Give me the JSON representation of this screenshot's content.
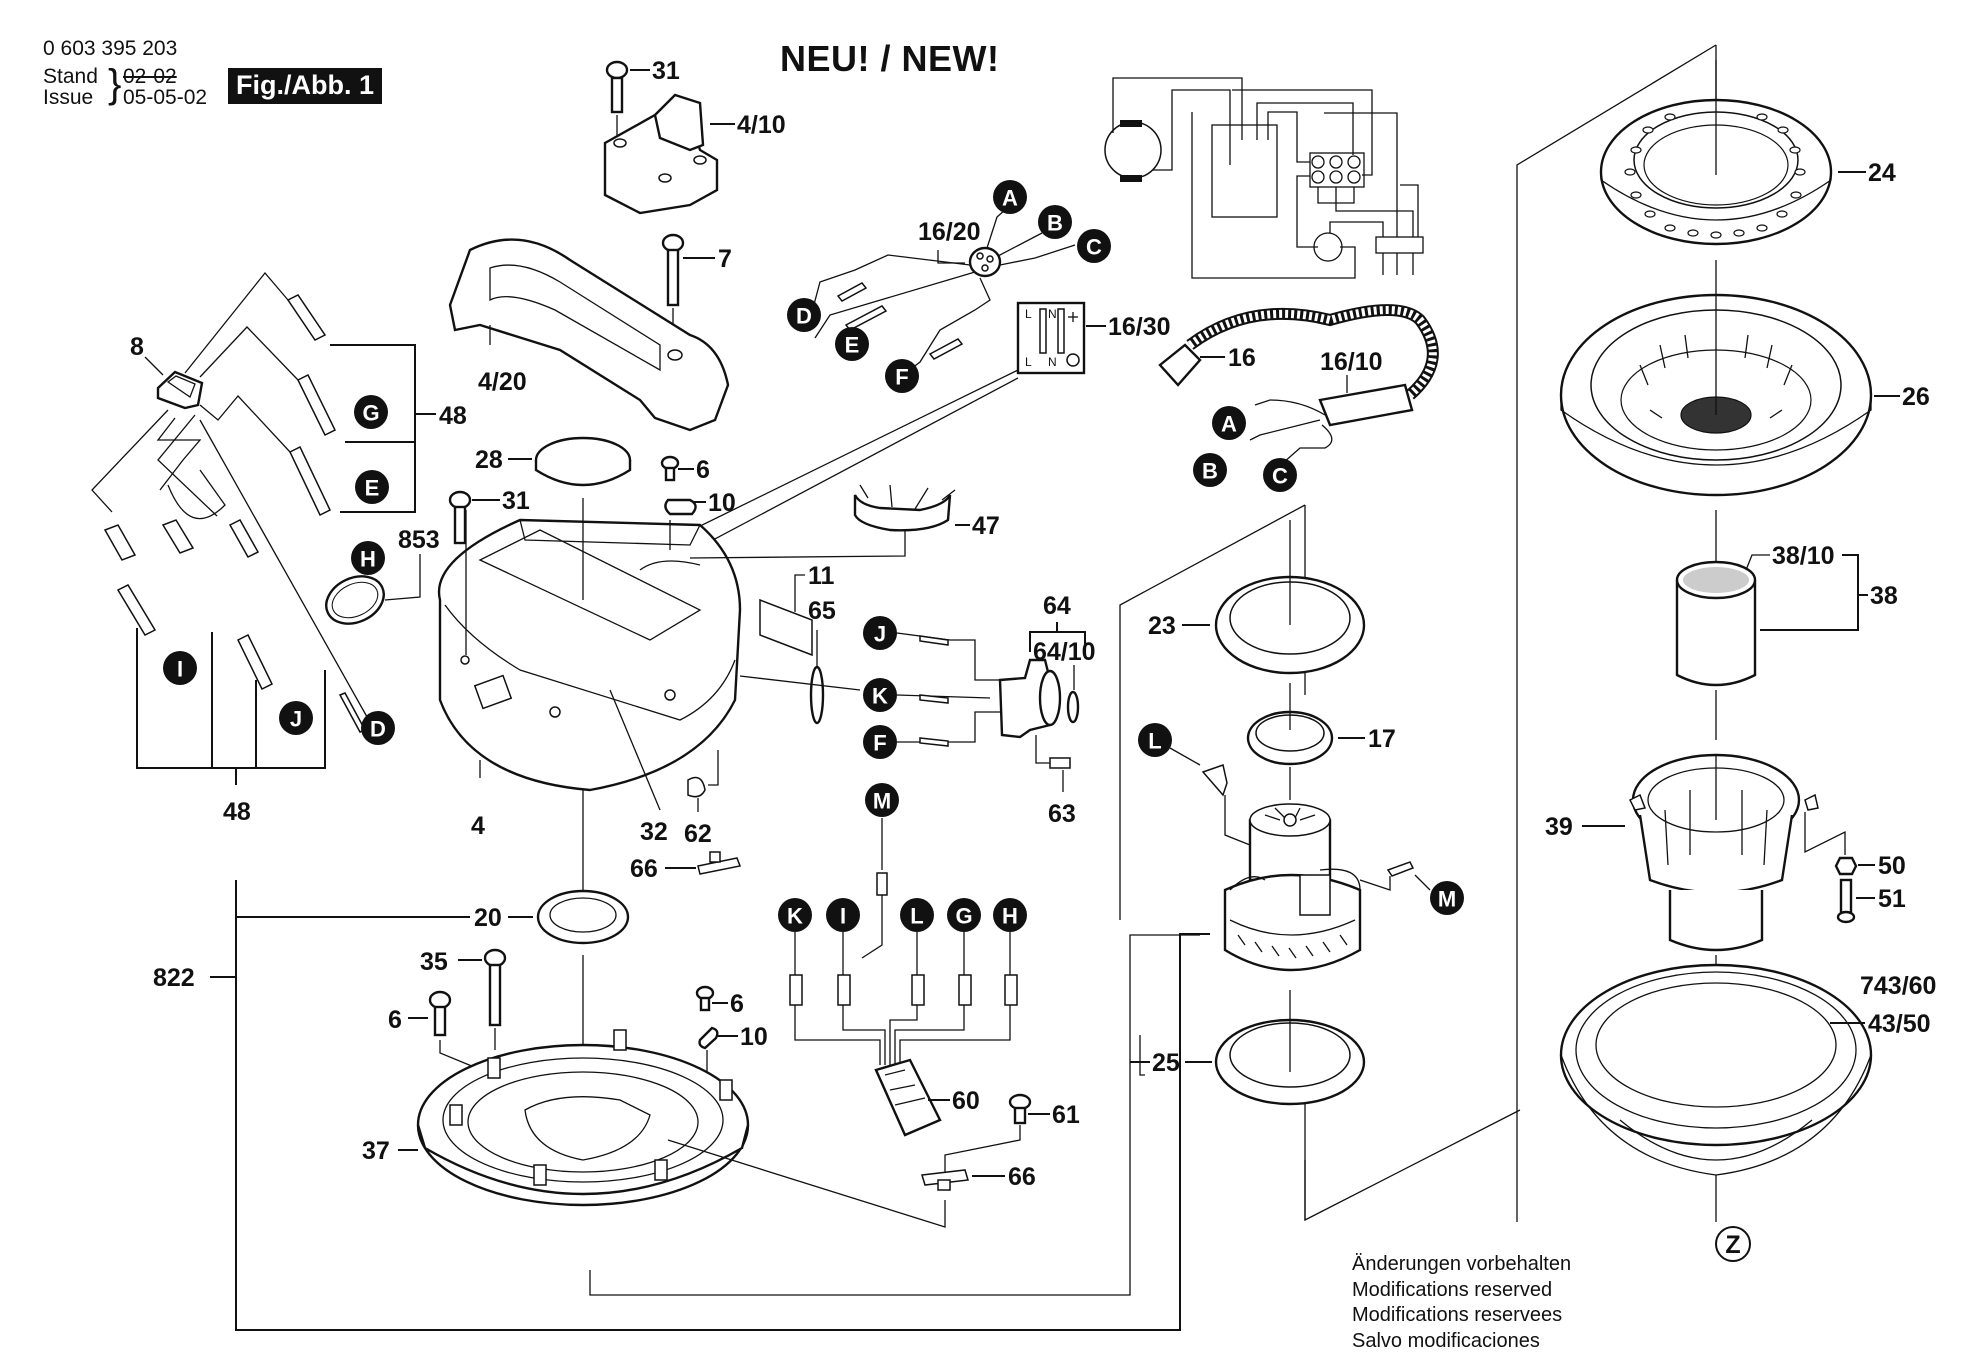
{
  "header": {
    "part_number": "0 603 395 203",
    "stand_label": "Stand",
    "issue_label": "Issue",
    "old_date_struck": "02-02",
    "issue_date": "05-05-02",
    "figure_label": "Fig./Abb. 1"
  },
  "title": "NEU! / NEW!",
  "footer_note": [
    "Änderungen vorbehalten",
    "Modifications reserved",
    "Modifications reservees",
    "Salvo modificaciones"
  ],
  "part_labels": {
    "p31_top": "31",
    "p4_10": "4/10",
    "p7": "7",
    "p4_20": "4/20",
    "p16_20": "16/20",
    "p16_30": "16/30",
    "p16": "16",
    "p16_10": "16/10",
    "p8": "8",
    "p48_right": "48",
    "p48_bottom": "48",
    "p853": "853",
    "p28": "28",
    "p6_top": "6",
    "p10_top": "10",
    "p31_mid": "31",
    "p47": "47",
    "p11": "11",
    "p65": "65",
    "p64": "64",
    "p64_10": "64/10",
    "p63": "63",
    "p4": "4",
    "p32": "32",
    "p62": "62",
    "p66_left": "66",
    "p20": "20",
    "p822": "822",
    "p35": "35",
    "p6_left": "6",
    "p6_right": "6",
    "p10_right": "10",
    "p37": "37",
    "p60": "60",
    "p61": "61",
    "p66_right": "66",
    "p23": "23",
    "p17": "17",
    "p25": "25",
    "p24": "24",
    "p26": "26",
    "p38_10": "38/10",
    "p38": "38",
    "p39": "39",
    "p50": "50",
    "p51": "51",
    "p743_60": "743/60",
    "p43_50": "43/50",
    "pZ": "Z"
  },
  "connector_labels": {
    "A_top": "A",
    "B_top": "B",
    "C_top": "C",
    "D_top": "D",
    "E_top": "E",
    "F_top": "F",
    "A_cord": "A",
    "B_cord": "B",
    "C_cord": "C",
    "G_left": "G",
    "E_left": "E",
    "H_left": "H",
    "I_left": "I",
    "J_left": "J",
    "D_left": "D",
    "J_mid": "J",
    "K_mid": "K",
    "F_mid": "F",
    "M_mid": "M",
    "K_row": "K",
    "I_row": "I",
    "L_row": "L",
    "G_row": "G",
    "H_row": "H",
    "L_motor": "L",
    "M_motor": "M"
  },
  "terminal_labels": {
    "L_top": "L",
    "N_top": "N",
    "L_bottom": "L",
    "N_bottom": "N"
  }
}
